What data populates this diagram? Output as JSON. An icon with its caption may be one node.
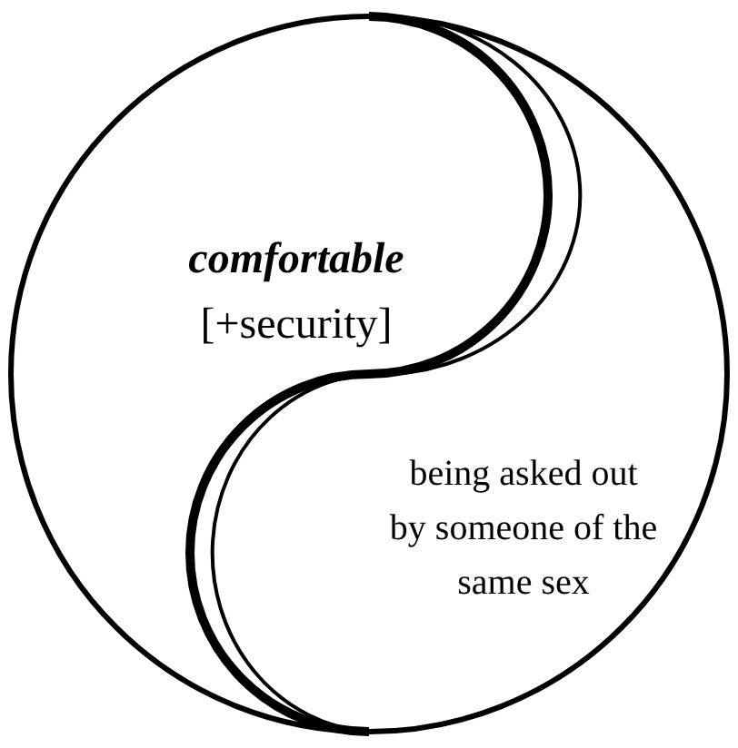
{
  "diagram": {
    "nodes": [
      {
        "text": [
          "comfortable",
          "[+security]"
        ]
      },
      {
        "text": [
          "being asked out by someone of the same sex"
        ]
      }
    ]
  }
}
